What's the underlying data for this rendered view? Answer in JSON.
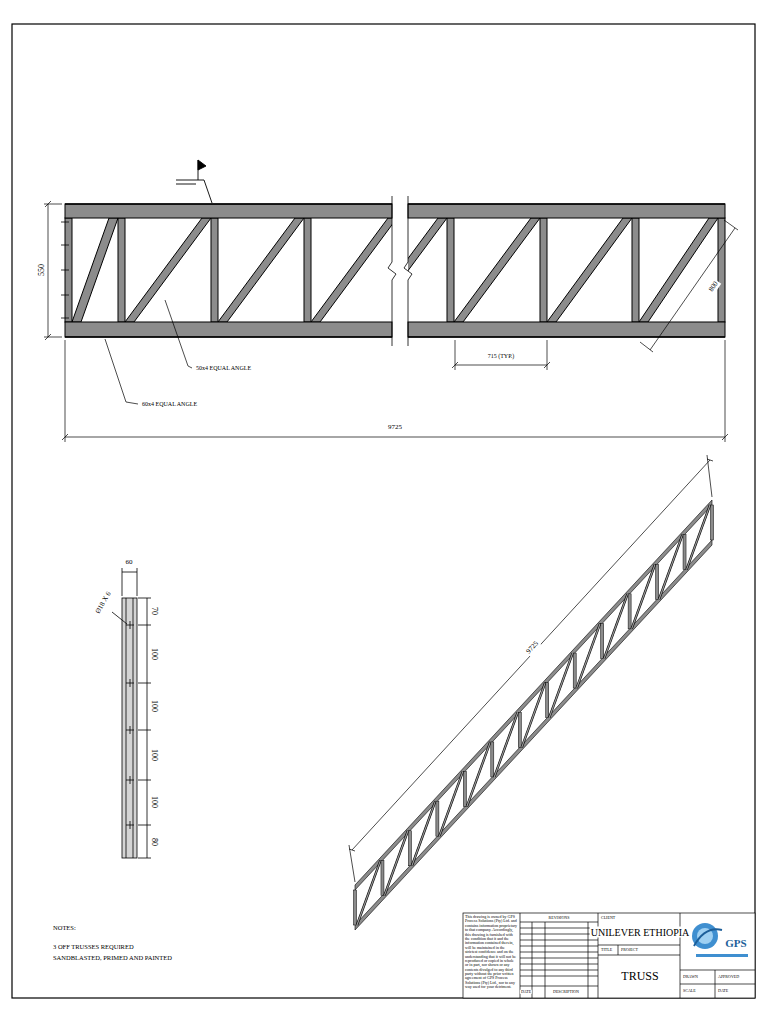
{
  "diagram": {
    "labels": [
      "550",
      "50x4 EQUAL ANGLE",
      "60x4 EQUAL ANGLE",
      "715 (TYP.)",
      "800",
      "9725",
      "9725",
      "60",
      "Ø18 X 6",
      "70",
      "100",
      "100",
      "100",
      "100",
      "80",
      "NOTES:",
      "3 OFF TRUSSES REQUIRED",
      "SANDBLASTED, PRIMED AND PAINTED",
      "This drawing is owned by GPS Process Solutions (Pty) Ltd. and contains information proprietary to that company. Accordingly, this drawing is furnished with the condition that it and the information contained therein, will be maintained in the strictest confidence and on the understanding that it will not be reproduced or copied in whole or in part, nor shown or any contents divulged to any third party without the prior written agreement of GPS Process Solutions (Pty) Ltd., nor to any way used for your detriment.",
      "REVISIONS",
      "DESCRIPTION",
      "DATE",
      "CLIENT",
      "UNILEVER  ETHIOPIA",
      "TITLE",
      "PROJECT",
      "TRUSS",
      "GPS",
      "DRAWN",
      "SCALE",
      "DATE",
      "APPROVED"
    ]
  }
}
